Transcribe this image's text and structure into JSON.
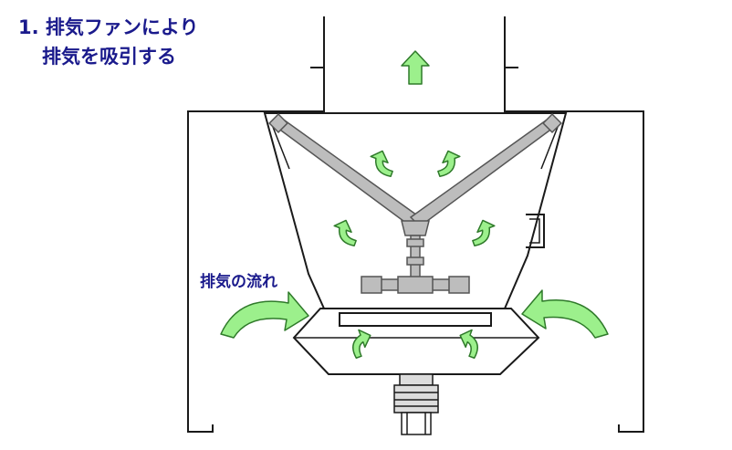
{
  "title": {
    "line1": "1. 排気ファンにより",
    "line2": "排気を吸引する"
  },
  "labels": {
    "exhaust_flow": "排気の流れ"
  },
  "colors": {
    "label_text": "#1a1a8c",
    "arrow_fill": "#9cf08c",
    "arrow_stroke": "#2f7a2a",
    "outline": "#1a1a1a",
    "pipe_fill": "#bdbdbd",
    "pipe_stroke": "#555555"
  },
  "icons": [
    "up-arrow-icon",
    "curved-arrow-icon"
  ]
}
